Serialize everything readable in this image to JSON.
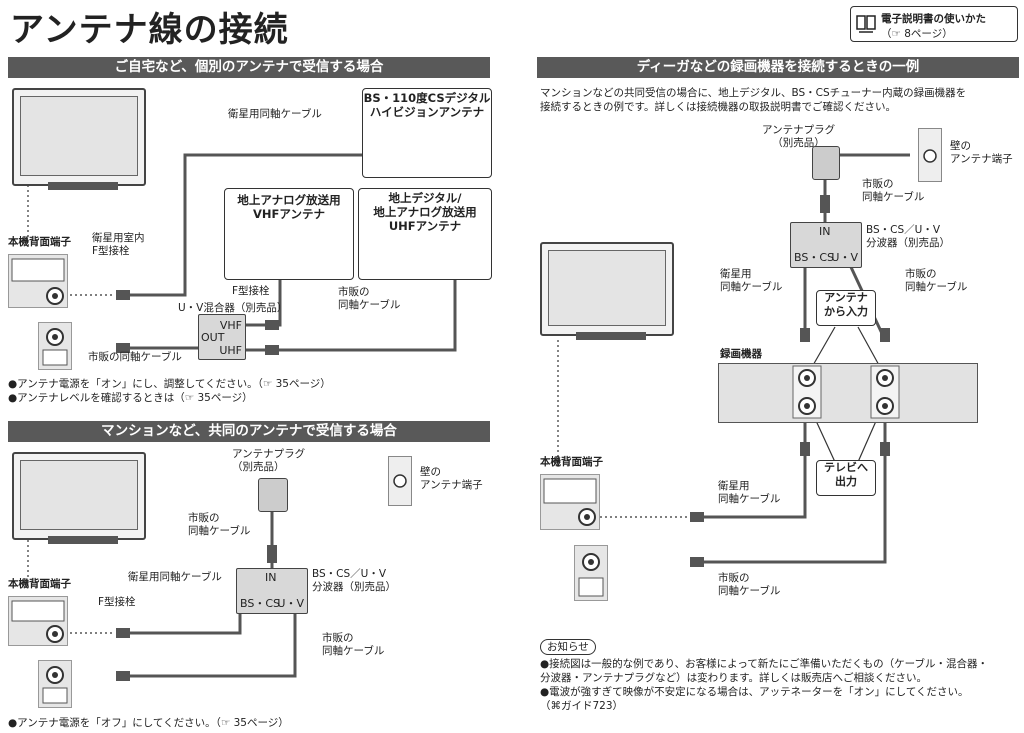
{
  "title": "アンテナ線の接続",
  "guide": {
    "line1": "電子説明書の使いかた",
    "line2": "（☞ 8ページ）"
  },
  "s1": {
    "header": "ご自宅など、個別のアンテナで受信する場合",
    "sat_antenna": "BS・110度CSデジタル\nハイビジョンアンテナ",
    "sat_cable": "衛星用同軸ケーブル",
    "vhf_antenna": "地上アナログ放送用\nVHFアンテナ",
    "uhf_antenna": "地上デジタル/\n地上アナログ放送用\nUHFアンテナ",
    "back_terminal": "本機背面端子",
    "sat_indoor": "衛星用室内\nF型接栓",
    "f_plug": "F型接栓",
    "mixer": "U・V混合器（別売品）",
    "mixer_vhf": "VHF",
    "mixer_out": "OUT",
    "mixer_uhf": "UHF",
    "commercial_cable": "市販の\n同軸ケーブル",
    "commercial_cable2": "市販の同軸ケーブル",
    "note1": "●アンテナ電源を「オン」にし、調整してください。（☞ 35ページ）",
    "note2": "●アンテナレベルを確認するときは（☞ 35ページ）"
  },
  "s2": {
    "header": "マンションなど、共同のアンテナで受信する場合",
    "plug": "アンテナプラグ\n（別売品）",
    "wall": "壁の\nアンテナ端子",
    "commercial_cable": "市販の\n同軸ケーブル",
    "sat_cable": "衛星用同軸ケーブル",
    "splitter_label": "BS・CS／U・V\n分波器（別売品）",
    "back_terminal": "本機背面端子",
    "f_plug": "F型接栓",
    "in": "IN",
    "bscs": "BS・CS",
    "uv": "U・V",
    "commercial_cable2": "市販の\n同軸ケーブル",
    "note": "●アンテナ電源を「オフ」にしてください。（☞ 35ページ）"
  },
  "s3": {
    "header": "ディーガなどの録画機器を接続するときの一例",
    "intro1": "マンションなどの共同受信の場合に、地上デジタル、BS・CSチューナー内蔵の録画機器を",
    "intro2": "接続するときの例です。詳しくは接続機器の取扱説明書でご確認ください。",
    "plug": "アンテナプラグ\n（別売品）",
    "wall": "壁の\nアンテナ端子",
    "commercial_cable": "市販の\n同軸ケーブル",
    "splitter_label": "BS・CS／U・V\n分波器（別売品）",
    "in": "IN",
    "bscs": "BS・CS",
    "uv": "U・V",
    "sat_cable": "衛星用\n同軸ケーブル",
    "commercial_cable2": "市販の\n同軸ケーブル",
    "antenna_in": "アンテナ\nから入力",
    "recorder": "録画機器",
    "tv_out": "テレビへ\n出力",
    "back_terminal": "本機背面端子",
    "sat_cable2": "衛星用\n同軸ケーブル",
    "commercial_cable3": "市販の\n同軸ケーブル",
    "notice_title": "お知らせ",
    "notice1": "●接続図は一般的な例であり、お客様によって新たにご準備いただくもの（ケーブル・混合器・",
    "notice1b": "  分波器・アンテナプラグなど）は変わります。詳しくは販売店へご相談ください。",
    "notice2": "●電波が強すぎて映像が不安定になる場合は、アッテネーターを「オン」にしてください。",
    "notice2b": "  （⌘ガイド723）"
  }
}
